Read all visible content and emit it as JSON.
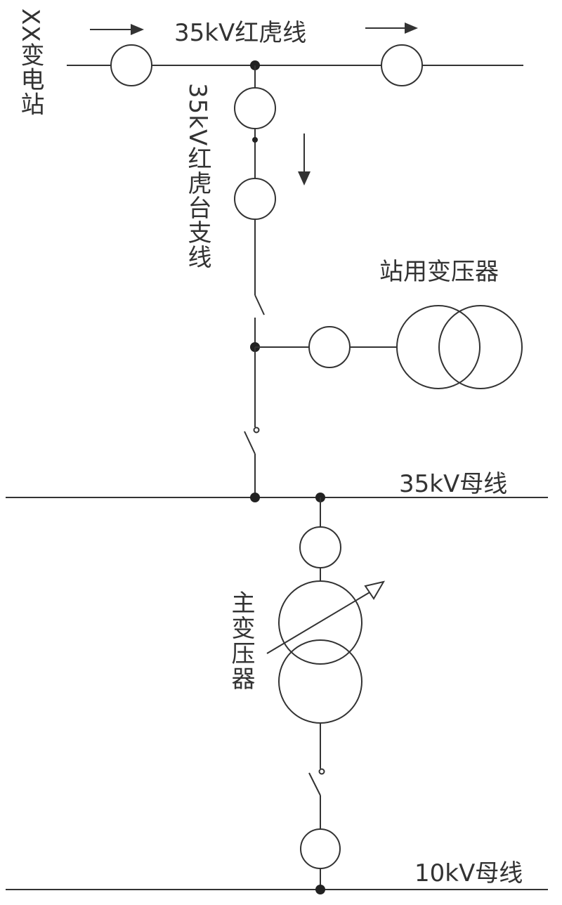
{
  "labels": {
    "substation": "XX变电站",
    "incoming_line": "35kV红虎线",
    "branch_line": "35kV红虎台支线",
    "station_transformer": "站用变压器",
    "bus_35kv": "35kV母线",
    "main_transformer": "主变压器",
    "bus_10kv": "10kV母线"
  },
  "colors": {
    "line": "#333333",
    "node": "#222222",
    "text": "#333333"
  }
}
